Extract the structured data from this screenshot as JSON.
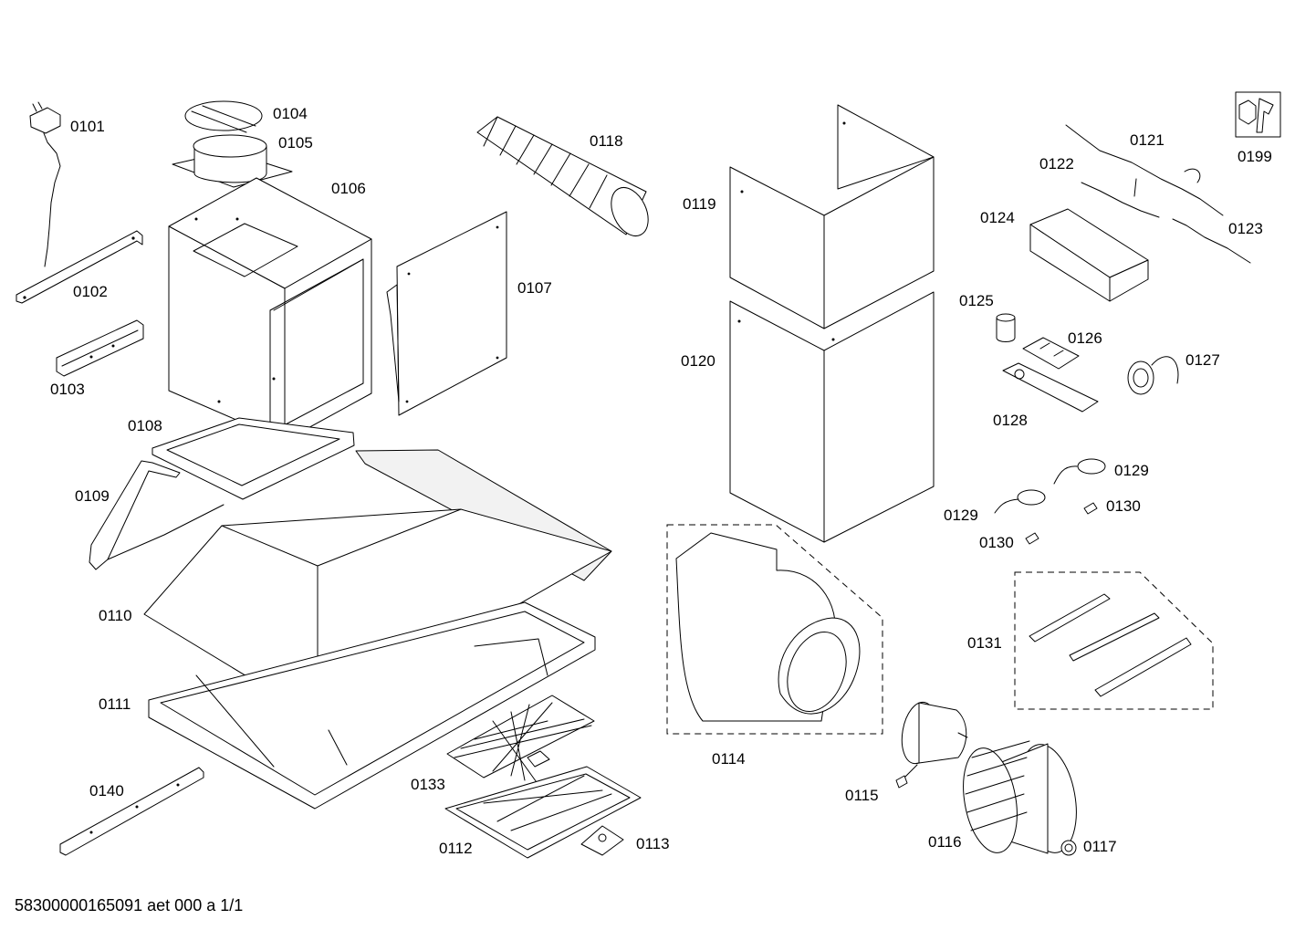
{
  "parts": {
    "p0101": "0101",
    "p0102": "0102",
    "p0103": "0103",
    "p0104": "0104",
    "p0105": "0105",
    "p0106": "0106",
    "p0107": "0107",
    "p0108": "0108",
    "p0109": "0109",
    "p0110": "0110",
    "p0111": "0111",
    "p0112": "0112",
    "p0113": "0113",
    "p0114": "0114",
    "p0115": "0115",
    "p0116": "0116",
    "p0117": "0117",
    "p0118": "0118",
    "p0119": "0119",
    "p0120": "0120",
    "p0121": "0121",
    "p0122": "0122",
    "p0123": "0123",
    "p0124": "0124",
    "p0125": "0125",
    "p0126": "0126",
    "p0127": "0127",
    "p0128": "0128",
    "p0129": "0129",
    "p0130": "0130",
    "p0131": "0131",
    "p0133": "0133",
    "p0140": "0140",
    "p0199": "0199"
  },
  "footer": "58300000165091 aet 000 a 1/1",
  "icons": {
    "service": "wrench-icon"
  }
}
